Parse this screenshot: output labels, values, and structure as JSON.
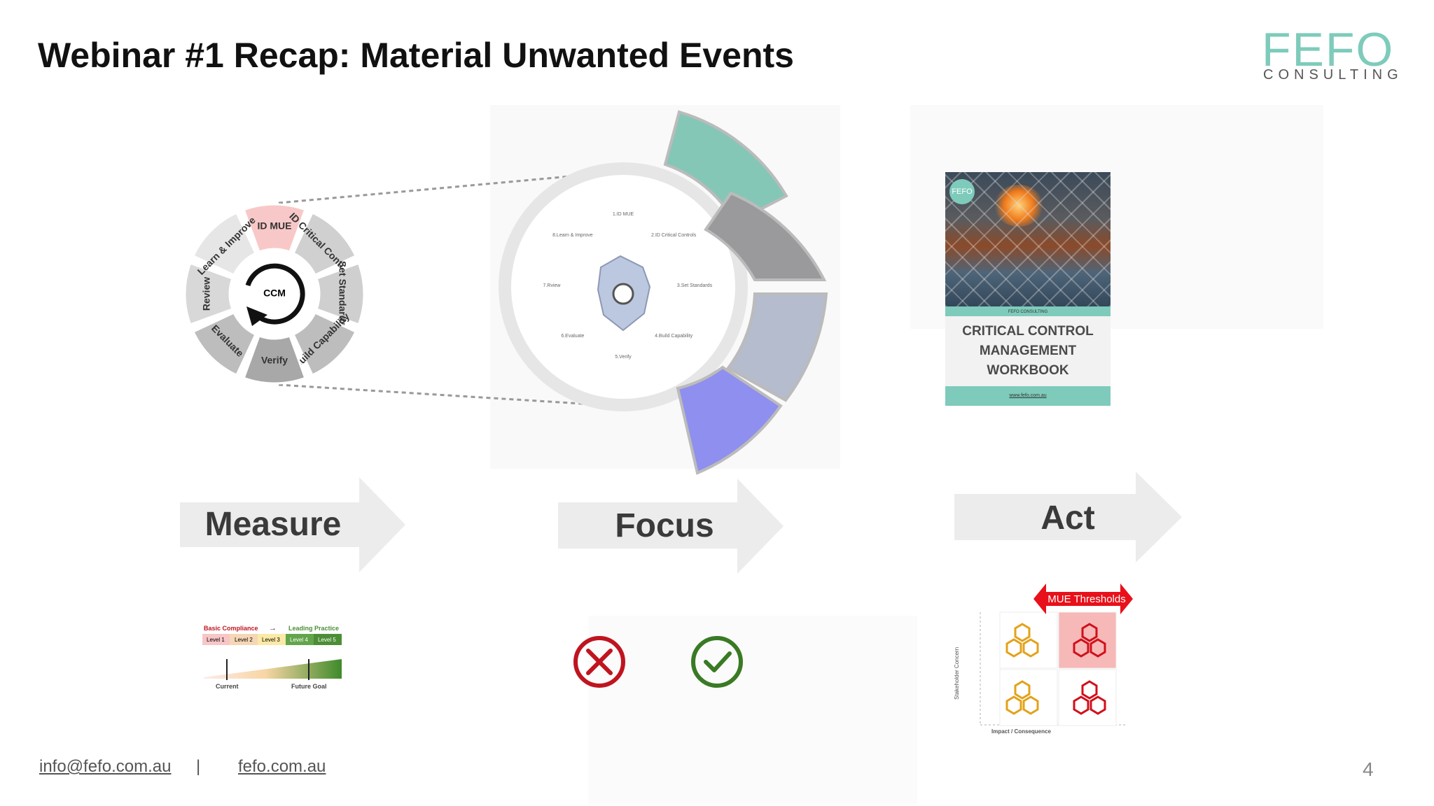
{
  "slide": {
    "title": "Webinar #1 Recap: Material Unwanted Events",
    "page_number": "4"
  },
  "logo": {
    "main": "FEFO",
    "sub": "CONSULTING"
  },
  "cycle": {
    "center": "CCM",
    "segments": [
      "ID MUE",
      "ID Critical Controls",
      "Set Standards",
      "Build Capability",
      "Verify",
      "Evaluate",
      "Review",
      "Learn & Improve"
    ]
  },
  "radar": {
    "labels": [
      "1.ID MUE",
      "2.ID Critical Controls",
      "3.Set Standards",
      "4.Build Capability",
      "5.Verify",
      "6.Evaluate",
      "7.Rview",
      "8.Learn & Improve"
    ]
  },
  "arrows": {
    "measure": "Measure",
    "focus": "Focus",
    "act": "Act"
  },
  "maturity": {
    "basic": "Basic Compliance",
    "arrow": "→",
    "leading": "Leading Practice",
    "levels": [
      "Level 1",
      "Level 2",
      "Level 3",
      "Level 4",
      "Level 5"
    ],
    "current": "Current",
    "goal": "Future Goal"
  },
  "book": {
    "badge": "FEFO",
    "publisher": "FEFO CONSULTING",
    "title_lines": [
      "CRITICAL CONTROL",
      "MANAGEMENT",
      "WORKBOOK"
    ],
    "url": "www.fefo.com.au"
  },
  "matrix": {
    "threshold_label": "MUE Thresholds",
    "y_axis": "Stakeholder Concern",
    "x_axis": "Impact / Consequence"
  },
  "icons": {
    "cross": "cross-circle-icon",
    "check": "check-circle-icon"
  },
  "colors": {
    "teal": "#7ecbbb",
    "red": "#c0141f",
    "green": "#3a7a25",
    "orange": "#e3a21a",
    "threshold_red": "#e8101a"
  },
  "footer": {
    "email": "info@fefo.com.au",
    "separator": "|",
    "site": "fefo.com.au"
  }
}
